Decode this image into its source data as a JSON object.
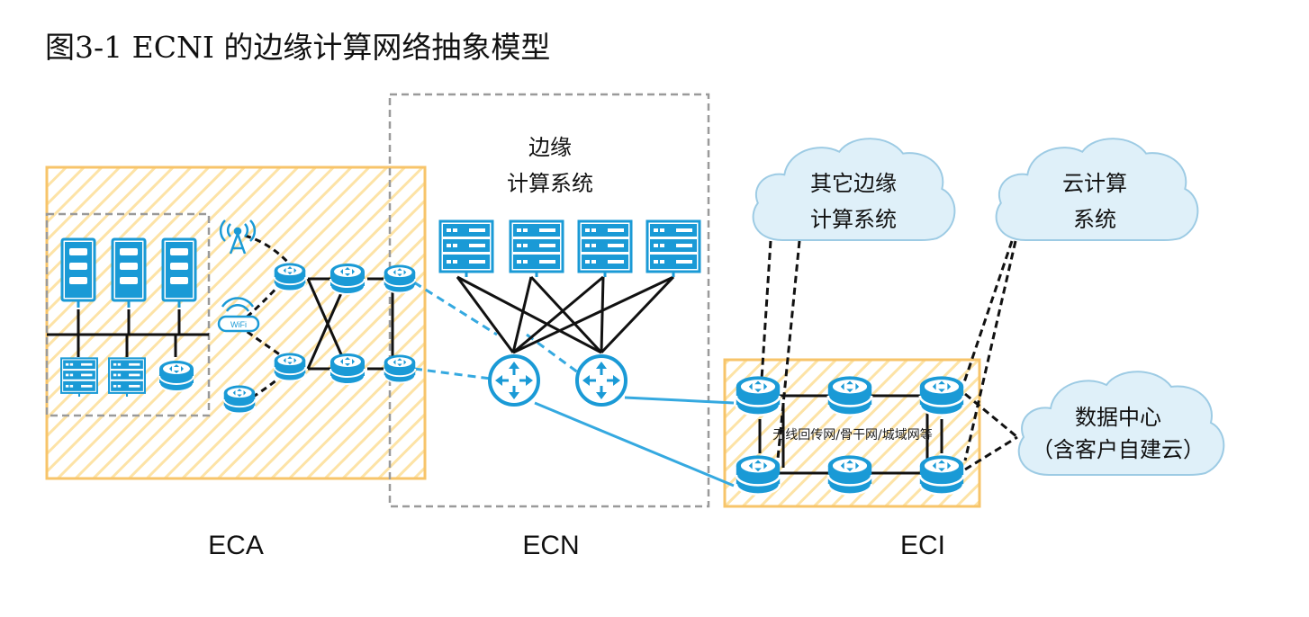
{
  "title": "图3-1  ECNI 的边缘计算网络抽象模型",
  "edge_system": {
    "line1": "边缘",
    "line2": "计算系统"
  },
  "clouds": {
    "other_edge": {
      "line1": "其它边缘",
      "line2": "计算系统"
    },
    "cloud_computing": {
      "line1": "云计算",
      "line2": "系统"
    },
    "data_center": {
      "line1": "数据中心",
      "line2": "（含客户自建云）"
    }
  },
  "wan_label": "无线回传网/骨干网/城域网等",
  "wifi_label": "WiFi",
  "zones": {
    "eca": "ECA",
    "ecn": "ECN",
    "eci": "ECI"
  },
  "colors": {
    "device_blue": "#1a9ad6",
    "link_blue": "#35a9e0",
    "zone_orange": "#f7c46a",
    "hatch": "#fde9b8",
    "cloud_fill": "#dff0f9",
    "cloud_stroke": "#9dcbe4",
    "dashed_gray": "#9a9a9a"
  }
}
